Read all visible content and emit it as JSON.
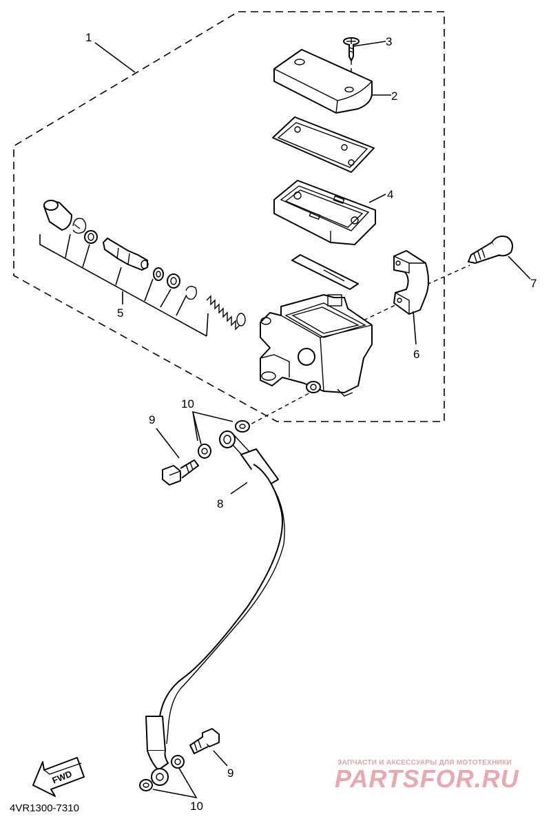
{
  "diagram": {
    "callouts": {
      "c1": "1",
      "c2": "2",
      "c3": "3",
      "c4": "4",
      "c5": "5",
      "c6": "6",
      "c7": "7",
      "c8": "8",
      "c9a": "9",
      "c9b": "9",
      "c10a": "10",
      "c10b": "10"
    },
    "fwd_label": "FWD",
    "drawing_code": "4VR1300-7310"
  },
  "watermark": {
    "tagline": "ЗАПЧАСТИ И АКСЕССУАРЫ ДЛЯ МОТОТЕХНИКИ",
    "logo": "PARTSFOR.RU"
  },
  "colors": {
    "line": "#000000",
    "background": "#ffffff",
    "watermark": "#e9a7ae"
  }
}
